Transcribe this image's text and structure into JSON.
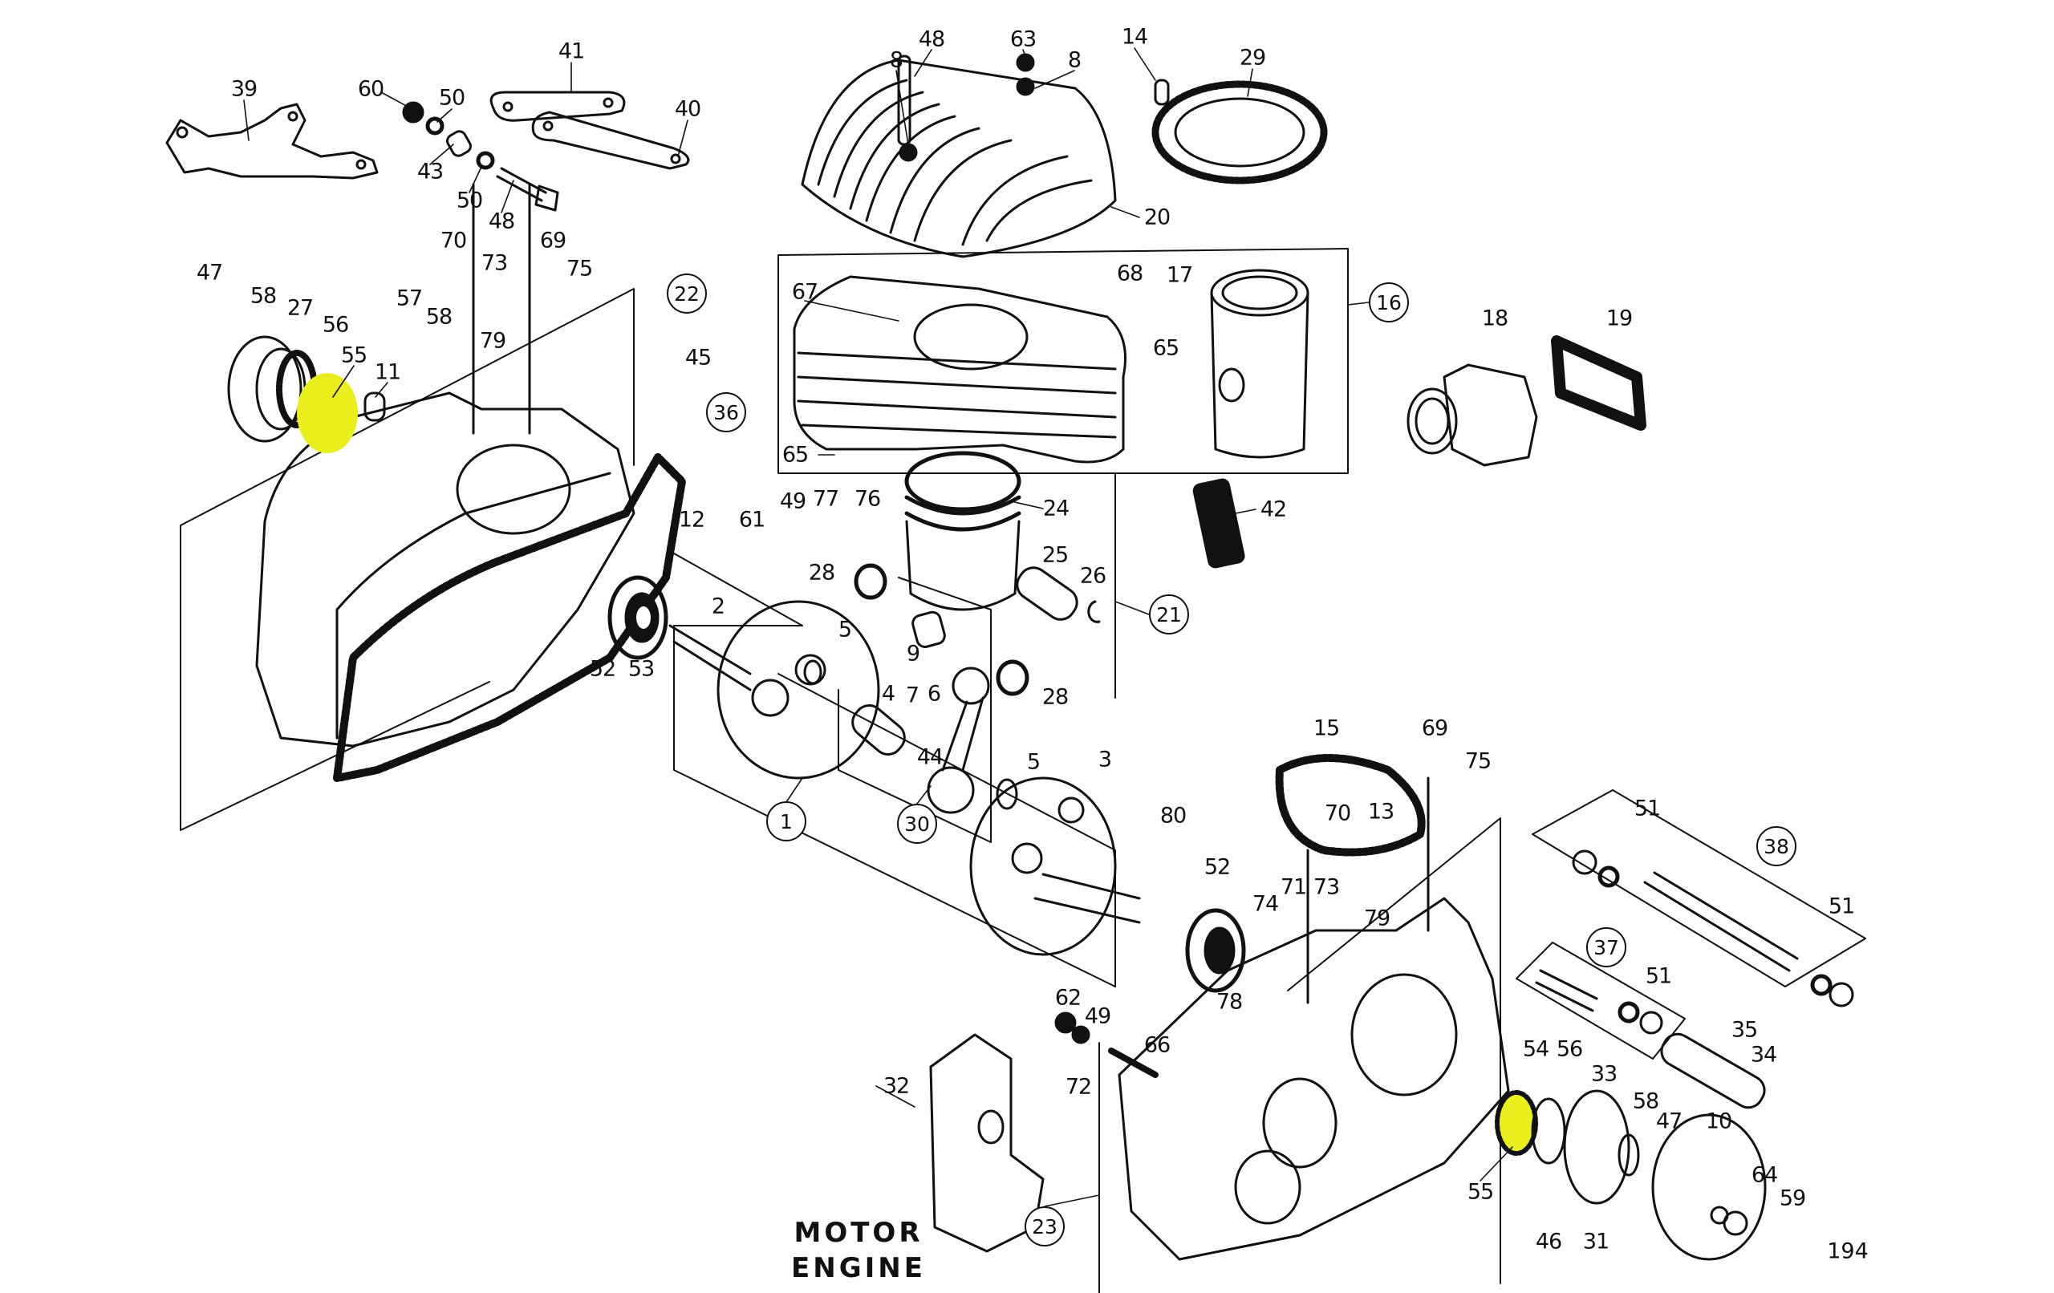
{
  "diagram": {
    "title_line1": "MOTOR",
    "title_line2": "ENGINE",
    "page_number": "194",
    "highlight_color": "#eaee1c",
    "highlighted_parts": [
      "55"
    ],
    "assembly_groups": [
      {
        "id": "1"
      },
      {
        "id": "16"
      },
      {
        "id": "21"
      },
      {
        "id": "22"
      },
      {
        "id": "23"
      },
      {
        "id": "30"
      },
      {
        "id": "36"
      },
      {
        "id": "37"
      },
      {
        "id": "38"
      }
    ],
    "part_labels": [
      "39",
      "41",
      "60",
      "50",
      "40",
      "43",
      "50",
      "48",
      "48",
      "8",
      "63",
      "8",
      "14",
      "29",
      "20",
      "70",
      "73",
      "69",
      "75",
      "47",
      "58",
      "27",
      "56",
      "55",
      "11",
      "57",
      "58",
      "79",
      "45",
      "67",
      "68",
      "65",
      "17",
      "18",
      "19",
      "42",
      "65",
      "77",
      "76",
      "61",
      "49",
      "24",
      "12",
      "28",
      "25",
      "26",
      "2",
      "5",
      "9",
      "28",
      "52",
      "53",
      "4",
      "7",
      "6",
      "44",
      "5",
      "3",
      "80",
      "15",
      "69",
      "75",
      "70",
      "13",
      "52",
      "71",
      "74",
      "73",
      "79",
      "78",
      "51",
      "51",
      "51",
      "62",
      "49",
      "66",
      "72",
      "32",
      "54",
      "56",
      "35",
      "33",
      "34",
      "58",
      "47",
      "10",
      "55",
      "46",
      "31",
      "64",
      "59"
    ]
  }
}
